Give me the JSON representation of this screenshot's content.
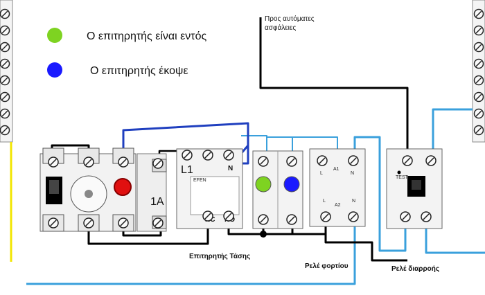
{
  "legend": {
    "on_text": "Ο επιτηρητής είναι εντός",
    "tripped_text": "Ο επιτηρητής  έκοψε",
    "on_color": "#7ed321",
    "tripped_color": "#1a1aff"
  },
  "labels": {
    "to_breakers": "Προς αυτόματες ασφάλειες",
    "voltage_monitor": "Επιτηρητής Τάσης",
    "load_relay": "Ρελέ φορτίου",
    "leakage_relay": "Ρελέ διαρροής"
  },
  "devices": {
    "fuse_rating": "1A",
    "monitor_brand": "EFEN",
    "monitor_l1": "L1",
    "monitor_n": "N",
    "monitor_nc": "NC",
    "monitor_no": "NO",
    "relay_l_top": "L",
    "relay_a1": "A1",
    "relay_n_top": "N",
    "relay_l_bottom": "L",
    "relay_a2": "A2",
    "relay_n_bottom": "N",
    "rcd_test": "TEST"
  },
  "colors": {
    "wire_black": "#000000",
    "wire_blue": "#3aa0dc",
    "wire_dark_blue": "#1f3fbf",
    "wire_yellow": "#f2e600",
    "indicator_red": "#e01010"
  }
}
